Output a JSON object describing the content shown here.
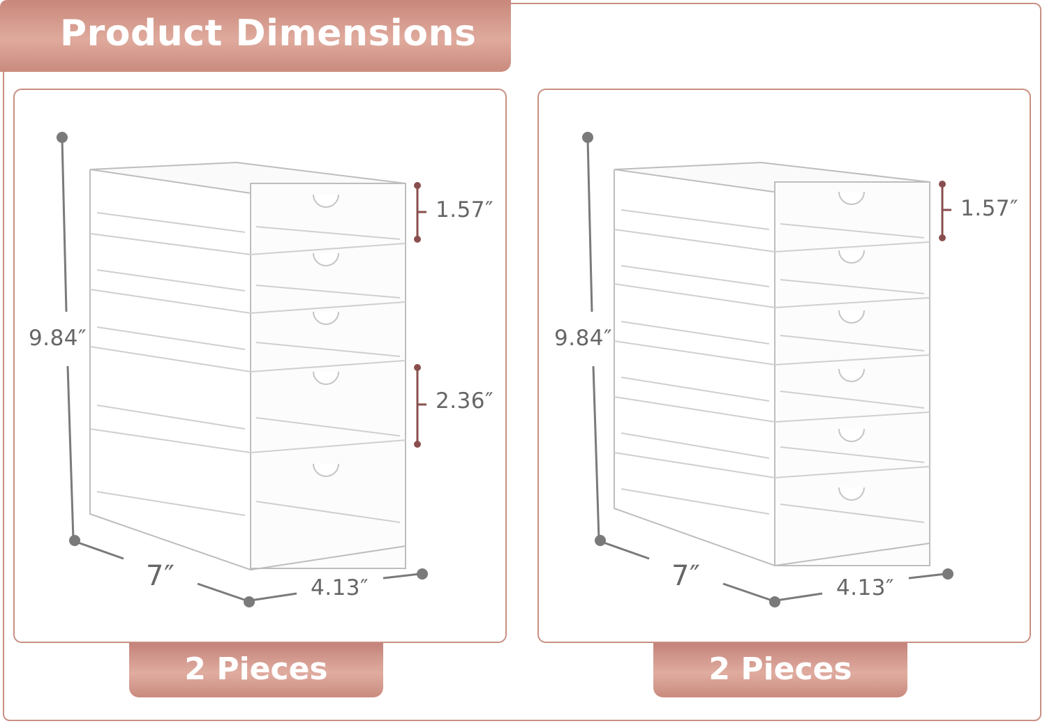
{
  "title": "Product Dimensions",
  "colors": {
    "accent": "#c98f82",
    "banner": "#d49b8e",
    "dimension_line": "#7a7a7a",
    "drawer_bracket": "#8a4e4e"
  },
  "panels": [
    {
      "drawer_count": 5,
      "height_label": "9.84″",
      "width_label": "7″",
      "depth_label": "4.13″",
      "small_drawer_label": "1.57″",
      "large_drawer_label": "2.36″",
      "pieces_label": "2 Pieces"
    },
    {
      "drawer_count": 6,
      "height_label": "9.84″",
      "width_label": "7″",
      "depth_label": "4.13″",
      "small_drawer_label": "1.57″",
      "pieces_label": "2 Pieces"
    }
  ]
}
